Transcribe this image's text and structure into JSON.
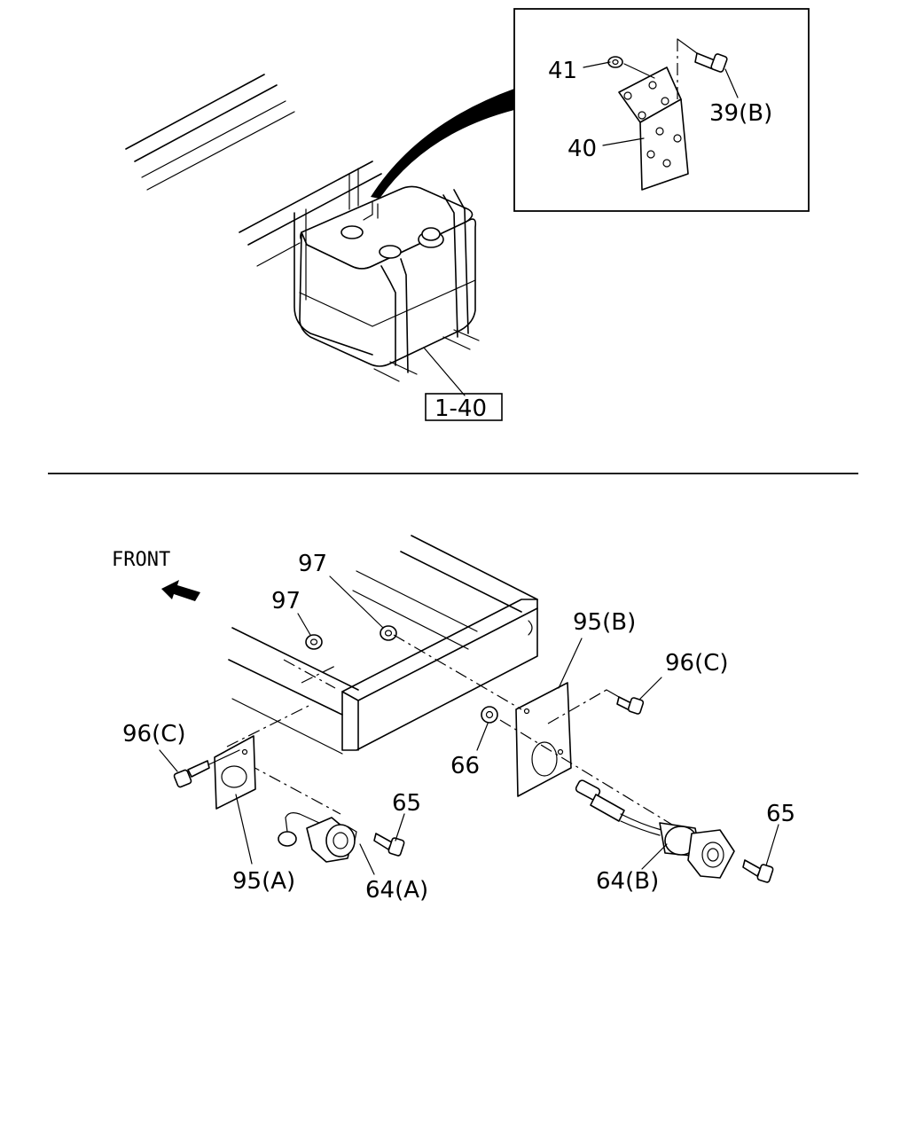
{
  "labels": {
    "part_41": "41",
    "part_39b": "39(B)",
    "part_40": "40",
    "ref_1_40": "1-40",
    "front": "FRONT",
    "part_97_top": "97",
    "part_97_left": "97",
    "part_95b": "95(B)",
    "part_96c_right": "96(C)",
    "part_96c_left": "96(C)",
    "part_66": "66",
    "part_65_left": "65",
    "part_65_right": "65",
    "part_95a": "95(A)",
    "part_64a": "64(A)",
    "part_64b": "64(B)"
  }
}
